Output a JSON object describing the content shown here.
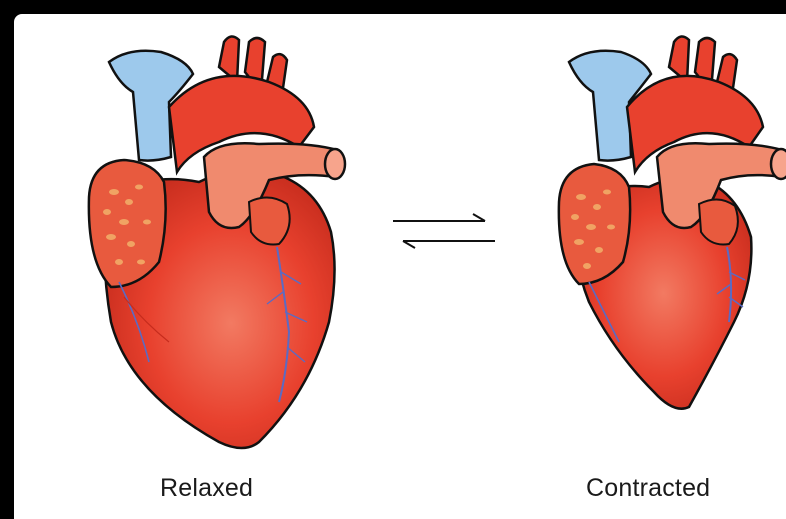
{
  "diagram": {
    "labels": {
      "relaxed": "Relaxed",
      "contracted": "Contracted"
    },
    "relation": "reversible",
    "colors": {
      "muscle": "#e8412e",
      "muscle_light": "#f27a62",
      "muscle_dark": "#c62c1d",
      "vein": "#9dc9ec",
      "fat": "#f2b06a",
      "outline": "#111111",
      "vessel_lines": "#5a6bc4"
    }
  }
}
